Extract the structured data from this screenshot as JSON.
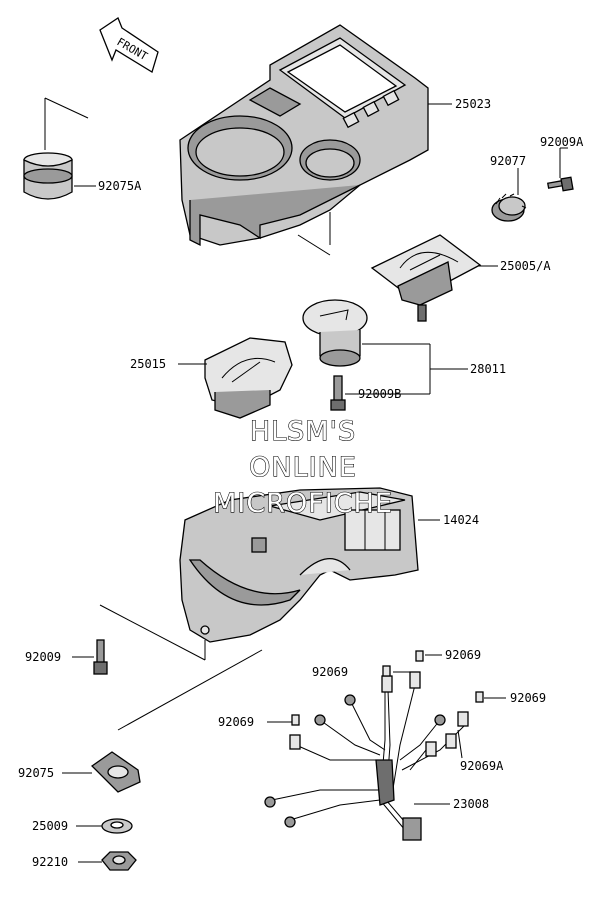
{
  "diagram": {
    "front_indicator": "FRONT",
    "watermark": [
      "HLSM'S",
      "ONLINE",
      "MICROFICHE"
    ],
    "callouts": [
      {
        "part": "25023"
      },
      {
        "part": "92009A"
      },
      {
        "part": "92077"
      },
      {
        "part": "92075A"
      },
      {
        "part": "25005/A"
      },
      {
        "part": "25015"
      },
      {
        "part": "28011"
      },
      {
        "part": "92009B"
      },
      {
        "part": "14024"
      },
      {
        "part": "92009"
      },
      {
        "part": "92069"
      },
      {
        "part": "92069"
      },
      {
        "part": "92069"
      },
      {
        "part": "92069"
      },
      {
        "part": "92069A"
      },
      {
        "part": "92075"
      },
      {
        "part": "23008"
      },
      {
        "part": "25009"
      },
      {
        "part": "92210"
      }
    ]
  }
}
